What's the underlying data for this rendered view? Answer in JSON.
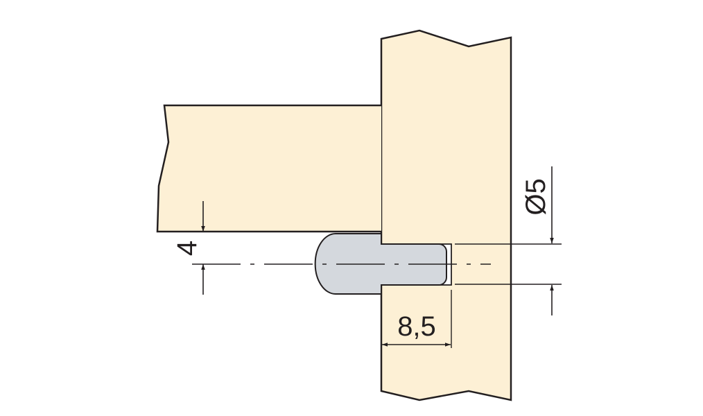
{
  "diagram": {
    "dimensions": {
      "offset_label": "4",
      "depth_label": "8,5",
      "diameter_label": "Ø5"
    },
    "colors": {
      "wood": "#fdf0d5",
      "pin": "#d4d8dd",
      "line": "#231f20",
      "background": "#ffffff"
    }
  }
}
